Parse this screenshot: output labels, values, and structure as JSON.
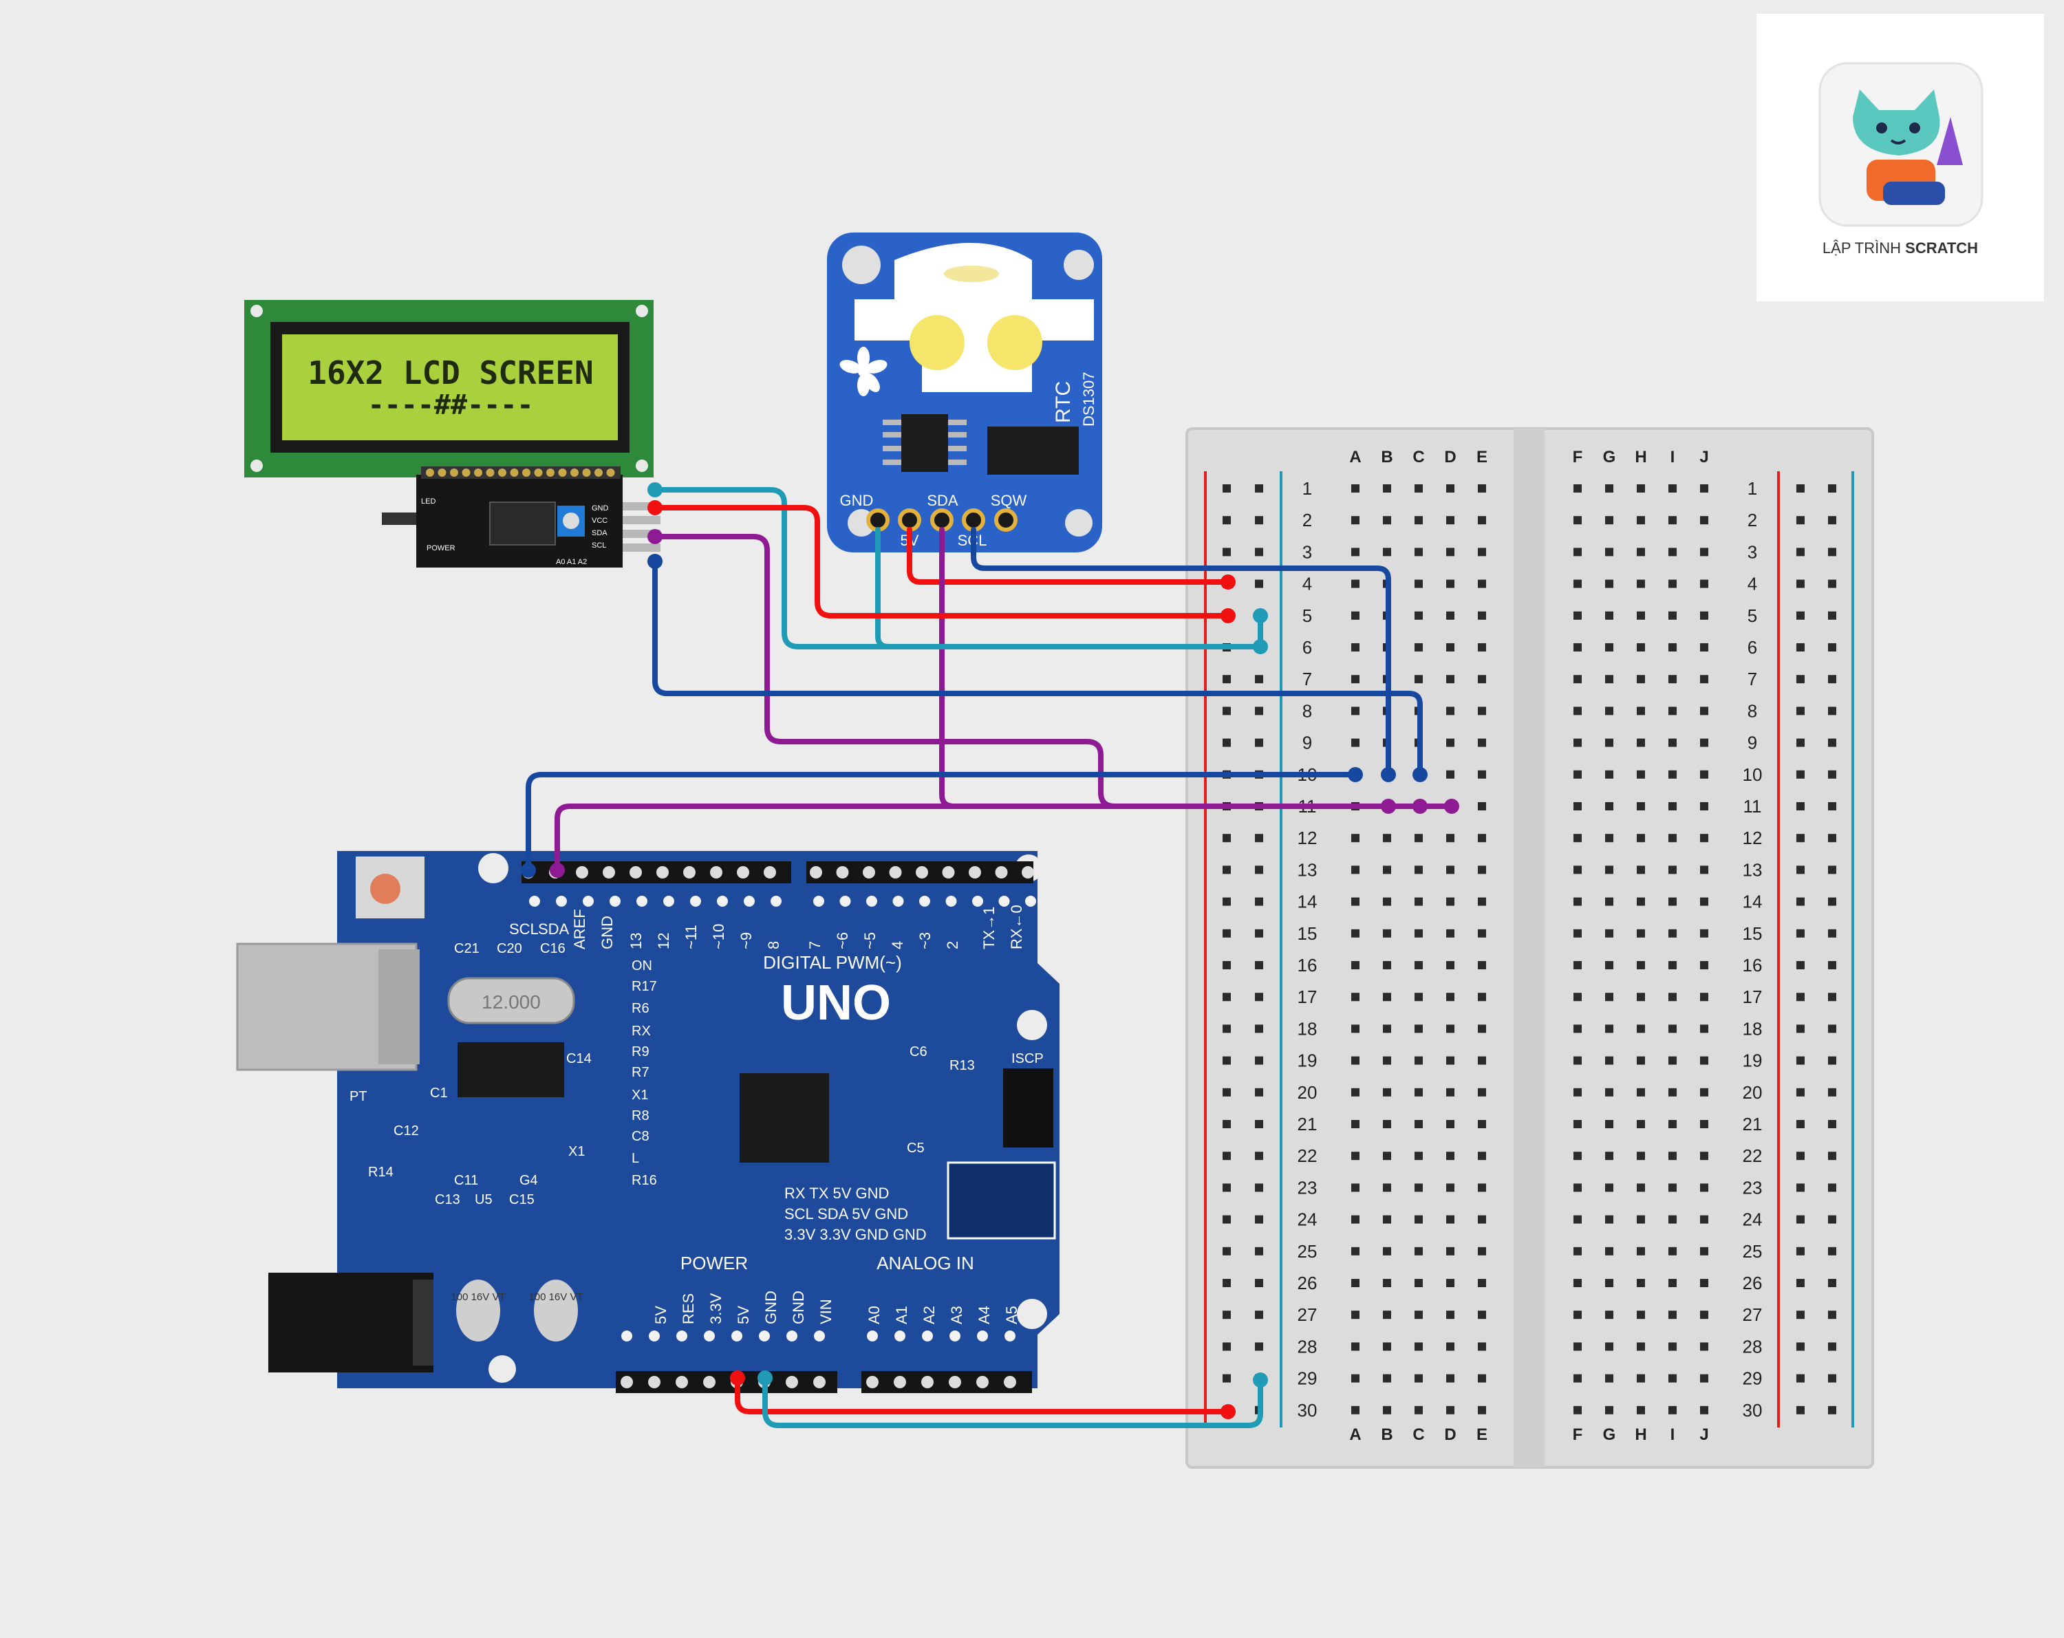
{
  "lcd": {
    "line1": "16X2 LCD SCREEN",
    "line2": "----##----"
  },
  "i2c_module": {
    "pins": [
      "GND",
      "VCC",
      "SDA",
      "SCL"
    ],
    "labels": [
      "LED",
      "POWER",
      "A0 A1 A2"
    ]
  },
  "rtc": {
    "title": "RTC",
    "model": "DS1307",
    "pins": [
      "GND",
      "5V",
      "SDA",
      "SCL",
      "SQW"
    ],
    "plus": "+"
  },
  "arduino": {
    "model": "UNO",
    "digital_label": "DIGITAL PWM(~)",
    "power_label": "POWER",
    "analog_label": "ANALOG IN",
    "top_pins": [
      "SCL",
      "SDA",
      "AREF",
      "GND",
      "13",
      "12",
      "~11",
      "~10",
      "~9",
      "8",
      "7",
      "~6",
      "~5",
      "4",
      "~3",
      "2",
      "TX→1",
      "RX←0"
    ],
    "power_pins": [
      "5V",
      "RES",
      "3.3V",
      "5V",
      "GND",
      "GND",
      "VIN"
    ],
    "analog_pins": [
      "A0",
      "A1",
      "A2",
      "A3",
      "A4",
      "A5"
    ],
    "components": [
      "C21",
      "C20",
      "C16",
      "R17",
      "R6",
      "RX",
      "R9",
      "R7",
      "X1",
      "R8",
      "C8",
      "L",
      "R16",
      "ON",
      "C14",
      "C1",
      "C12",
      "PT",
      "R14",
      "U5",
      "C13",
      "C11",
      "G4",
      "C15",
      "X1",
      "C6",
      "R13",
      "C5",
      "ISCP"
    ],
    "crystal": "12.000",
    "header_rows": [
      [
        "RX",
        "TX",
        "5V",
        "GND"
      ],
      [
        "SCL",
        "SDA",
        "5V",
        "GND"
      ],
      [
        "3.3V",
        "3.3V",
        "GND",
        "GND"
      ]
    ],
    "caps": [
      "100 16V VT",
      "100 16V VT"
    ]
  },
  "breadboard": {
    "cols_left": [
      "A",
      "B",
      "C",
      "D",
      "E"
    ],
    "cols_right": [
      "F",
      "G",
      "H",
      "I",
      "J"
    ],
    "rows": [
      "1",
      "2",
      "3",
      "4",
      "5",
      "6",
      "7",
      "8",
      "9",
      "10",
      "11",
      "12",
      "13",
      "14",
      "15",
      "16",
      "17",
      "18",
      "19",
      "20",
      "21",
      "22",
      "23",
      "24",
      "25",
      "26",
      "27",
      "28",
      "29",
      "30"
    ]
  },
  "logo": {
    "line_plain": "LẬP TRÌNH",
    "line_bold": "SCRATCH"
  },
  "colors": {
    "red": "#f01010",
    "teal": "#1f9bb5",
    "blue": "#1748a0",
    "purple": "#8e1b93",
    "pcb": "#1d4a9a",
    "rtc": "#2a62c8",
    "lcd": "#a9d03d"
  }
}
